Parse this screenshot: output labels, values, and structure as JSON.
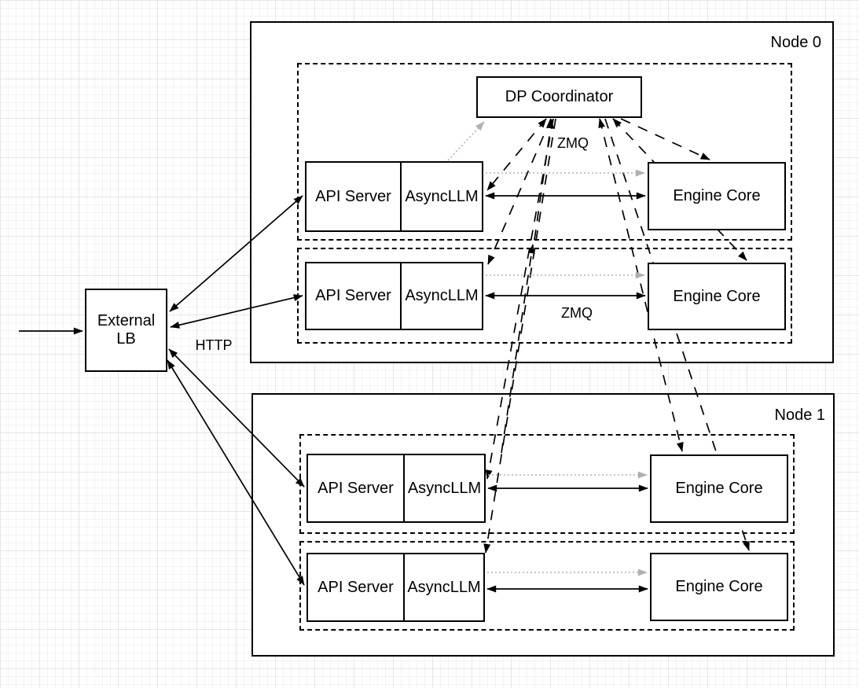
{
  "diagram": {
    "title_hint": "data-parallel serving topology",
    "external_lb": {
      "label": "External LB"
    },
    "coordinator": {
      "label": "DP Coordinator"
    },
    "labels": {
      "http": "HTTP",
      "zmq_top": "ZMQ",
      "zmq_mid": "ZMQ"
    },
    "nodes": [
      {
        "label": "Node 0",
        "replicas": [
          {
            "api_server": "API Server",
            "async_llm": "AsyncLLM",
            "engine_core": "Engine Core"
          },
          {
            "api_server": "API Server",
            "async_llm": "AsyncLLM",
            "engine_core": "Engine Core"
          }
        ]
      },
      {
        "label": "Node 1",
        "replicas": [
          {
            "api_server": "API Server",
            "async_llm": "AsyncLLM",
            "engine_core": "Engine Core"
          },
          {
            "api_server": "API Server",
            "async_llm": "AsyncLLM",
            "engine_core": "Engine Core"
          }
        ]
      }
    ],
    "colors": {
      "stroke": "#000000",
      "muted_arrow": "#b0b0b0",
      "background": "#ffffff"
    },
    "connections": [
      "inbound -> External LB (solid)",
      "External LB <-> each API Server (solid, HTTP)",
      "AsyncLLM <-> Engine Core per replica (solid, ZMQ)",
      "AsyncLLM -> Engine Core per replica (gray dotted)",
      "AsyncLLM rank0 -> DP Coordinator (gray dotted)",
      "DP Coordinator <-> AsyncLLMs (black dashed, ZMQ)",
      "DP Coordinator <-> Engine Cores (black dashed)"
    ]
  }
}
